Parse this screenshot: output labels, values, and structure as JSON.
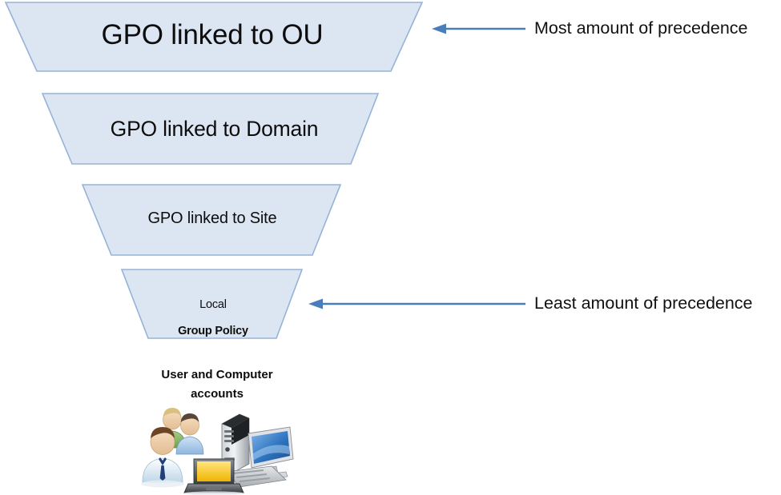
{
  "diagram": {
    "title_concept": "Group Policy precedence funnel",
    "colors": {
      "tier_fill": "#dce6f2",
      "tier_stroke": "#95b3d7",
      "arrow": "#4a7ebb",
      "text": "#0d0d0d",
      "background": "#ffffff"
    },
    "tiers": [
      {
        "id": "gpo-linked-to-ou",
        "label": "GPO linked to OU",
        "rank": 1
      },
      {
        "id": "gpo-linked-to-domain",
        "label": "GPO linked to Domain",
        "rank": 2
      },
      {
        "id": "gpo-linked-to-site",
        "label": "GPO linked to Site",
        "rank": 3
      },
      {
        "id": "local-group-policy",
        "label": "Local\nGroup Policy",
        "rank": 4,
        "line_top": "Local",
        "line_bottom": "Group Policy"
      }
    ],
    "annotations": [
      {
        "id": "most-precedence",
        "text": "Most amount of precedence",
        "points_to": "gpo-linked-to-ou"
      },
      {
        "id": "least-precedence",
        "text": "Least amount of precedence",
        "points_to": "local-group-policy"
      }
    ],
    "accounts": {
      "caption_line_1": "User and Computer",
      "caption_line_2": "accounts",
      "icons": [
        "user-person-icon",
        "user-group-icon",
        "desktop-computer-icon",
        "laptop-computer-icon"
      ]
    }
  }
}
